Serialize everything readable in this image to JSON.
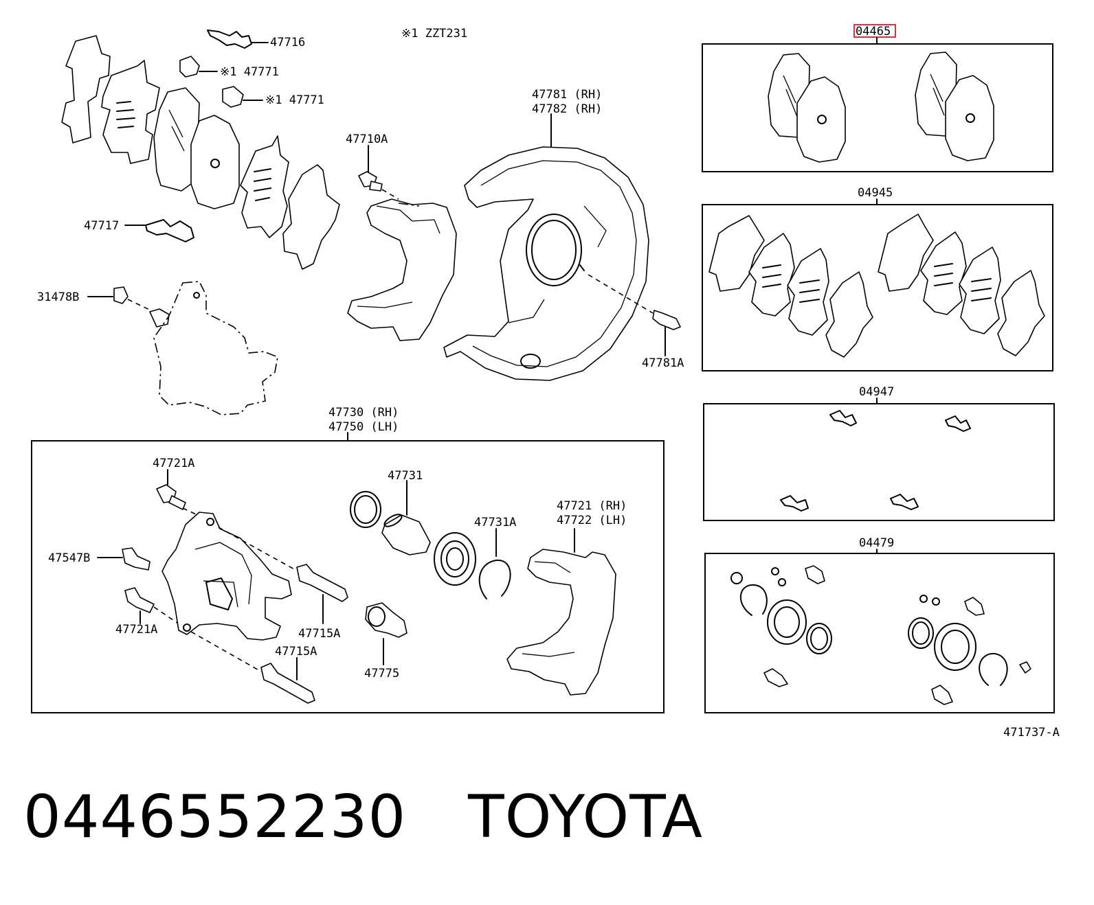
{
  "labels": {
    "note_top": "※1 ZZT231",
    "p47716": "47716",
    "p47771a": "※1 47771",
    "p47771b": "※1 47771",
    "p47717": "47717",
    "p31478B": "31478B",
    "p47710A": "47710A",
    "p47781_rh": "47781 (RH)",
    "p47782_rh": "47782 (RH)",
    "p47781A": "47781A",
    "p47730_rh": "47730 (RH)",
    "p47750_lh": "47750 (LH)",
    "p47721A_top": "47721A",
    "p47547B": "47547B",
    "p47721A_bottom": "47721A",
    "p47715A_right": "47715A",
    "p47715A_bottom": "47715A",
    "p47731": "47731",
    "p47731A": "47731A",
    "p47775": "47775",
    "p47721_rh": "47721 (RH)",
    "p47722_lh": "47722 (LH)",
    "kit04465": "04465",
    "kit04945": "04945",
    "kit04947": "04947",
    "kit04479": "04479",
    "figure_code": "471737-A"
  },
  "caption": {
    "part_number": "0446552230",
    "brand": "TOYOTA"
  },
  "highlight_color": "#e03040"
}
